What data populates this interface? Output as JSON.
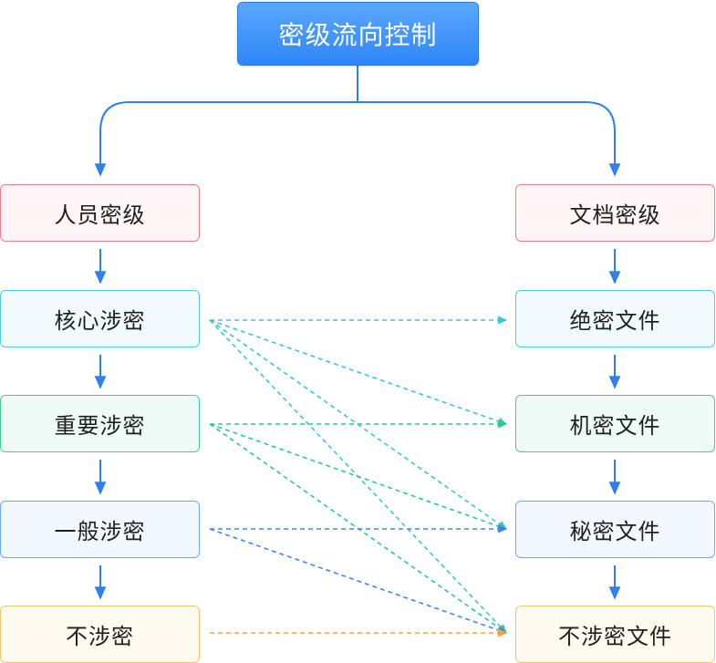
{
  "root": {
    "label": "密级流向控制"
  },
  "left": {
    "header": "人员密级",
    "levels": [
      "核心涉密",
      "重要涉密",
      "一般涉密",
      "不涉密"
    ]
  },
  "right": {
    "header": "文档密级",
    "levels": [
      "绝密文件",
      "机密文件",
      "秘密文件",
      "不涉密文件"
    ]
  },
  "colors": {
    "tree_line": "#2f80ed",
    "core": "#3cc4dc",
    "important": "#2ec98c",
    "general": "#3f86f0",
    "non_secret": "#f5a43a"
  },
  "access_rules": [
    {
      "from": 0,
      "to": [
        0,
        1,
        2,
        3
      ]
    },
    {
      "from": 1,
      "to": [
        1,
        2,
        3
      ]
    },
    {
      "from": 2,
      "to": [
        2,
        3
      ]
    },
    {
      "from": 3,
      "to": [
        3
      ]
    }
  ]
}
